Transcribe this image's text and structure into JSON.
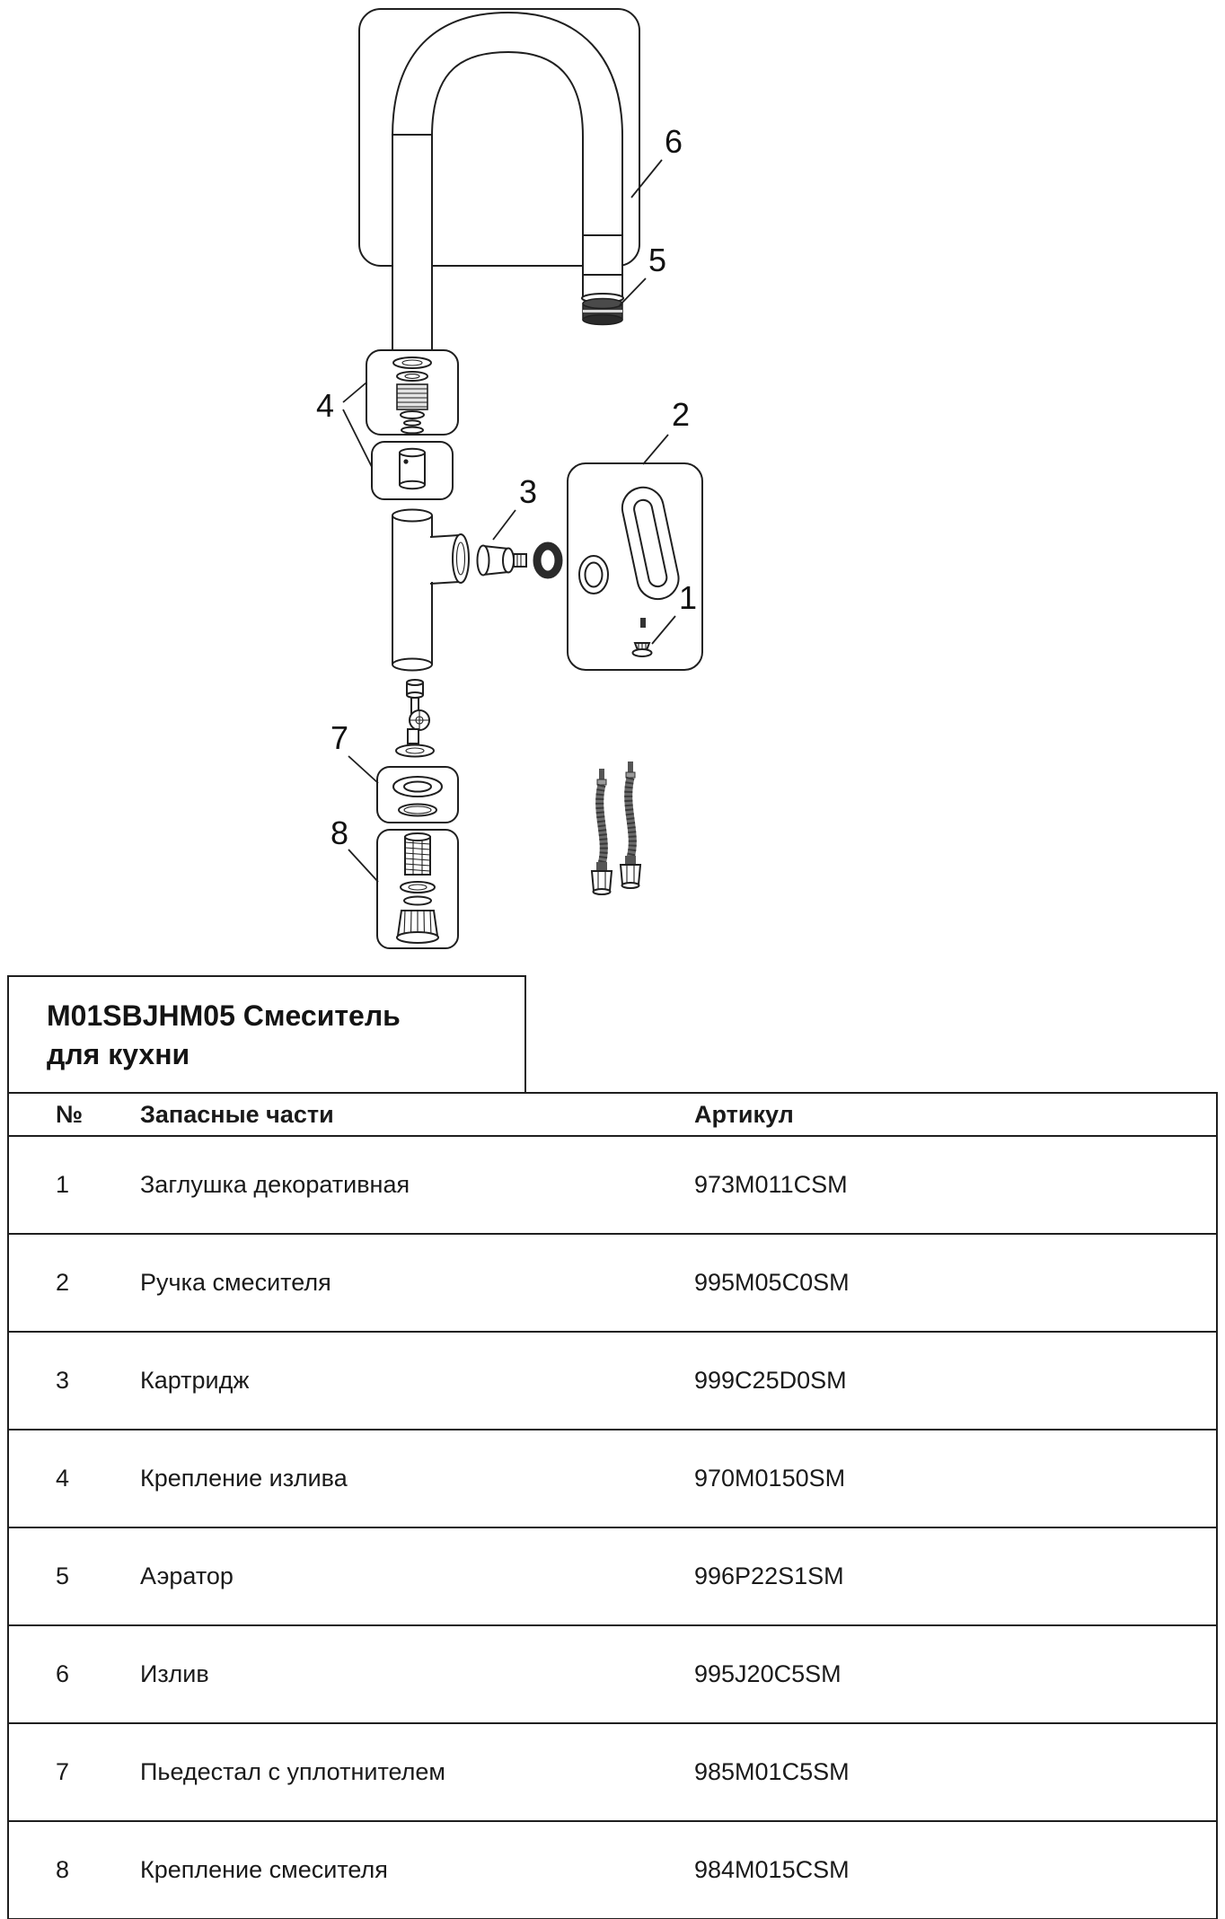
{
  "document": {
    "title_line1": "M01SBJHM05 Смеситель",
    "title_line2": "для кухни"
  },
  "diagram": {
    "callouts": {
      "c1": "1",
      "c2": "2",
      "c3": "3",
      "c4": "4",
      "c5": "5",
      "c6": "6",
      "c7": "7",
      "c8": "8"
    }
  },
  "table": {
    "headers": {
      "num": "№",
      "part": "Запасные части",
      "sku": "Артикул"
    },
    "rows": [
      {
        "num": "1",
        "part": "Заглушка декоративная",
        "sku": "973M011CSM"
      },
      {
        "num": "2",
        "part": "Ручка смесителя",
        "sku": "995M05C0SM"
      },
      {
        "num": "3",
        "part": "Картридж",
        "sku": "999C25D0SM"
      },
      {
        "num": "4",
        "part": "Крепление излива",
        "sku": "970M0150SM"
      },
      {
        "num": "5",
        "part": "Аэратор",
        "sku": "996P22S1SM"
      },
      {
        "num": "6",
        "part": "Излив",
        "sku": "995J20C5SM"
      },
      {
        "num": "7",
        "part": "Пьедестал с уплотнителем",
        "sku": "985M01C5SM"
      },
      {
        "num": "8",
        "part": "Крепление смесителя",
        "sku": "984M015CSM"
      }
    ]
  }
}
